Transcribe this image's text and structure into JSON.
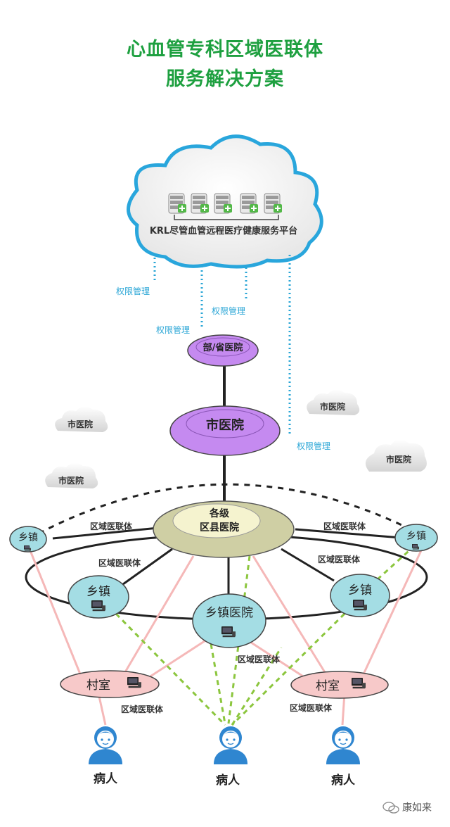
{
  "title": {
    "line1": "心血管专科区域医联体",
    "line2": "服务解决方案"
  },
  "platform": {
    "label": "KRL尽管血管远程医疗健康服务平台"
  },
  "permission_labels": [
    "权限管理",
    "权限管理",
    "权限管理",
    "权限管理"
  ],
  "nodes": {
    "provincial": "部/省医院",
    "city_main": "市医院",
    "city_clouds": [
      "市医院",
      "市医院",
      "市医院",
      "市医院"
    ],
    "county_line1": "各级",
    "county_line2": "区县医院",
    "township_small": [
      "乡镇",
      "乡镇"
    ],
    "township_mid": [
      "乡镇",
      "乡镇"
    ],
    "township_hospital": "乡镇医院",
    "village": [
      "村室",
      "村室"
    ],
    "patients": [
      "病人",
      "病人",
      "病人"
    ]
  },
  "link_labels": [
    "区域医联体",
    "区域医联体",
    "区域医联体",
    "区域医联体",
    "区域医联体",
    "区域医联体",
    "区域医联体"
  ],
  "watermark": "康如来",
  "colors": {
    "title": "#1ea040",
    "permission": "#2aa6d6",
    "provincial": "#c58af0",
    "county": "#cfcfa4",
    "township": "#a4dde4",
    "village": "#f7c9c9",
    "patient": "#2f86d0"
  }
}
